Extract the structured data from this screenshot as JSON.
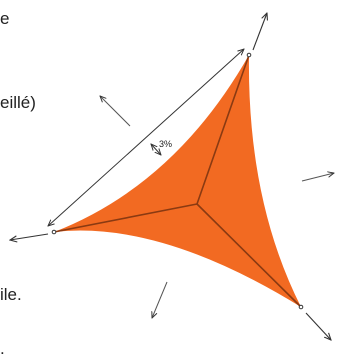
{
  "text_fragments": {
    "top": "e",
    "middle": "eillé)",
    "bottom": "ile.",
    "edge": "."
  },
  "diagram": {
    "sag_label": "3%",
    "sail_color": "#f26a22",
    "seam_color": "#8a3a12",
    "arrow_color": "#333333"
  }
}
